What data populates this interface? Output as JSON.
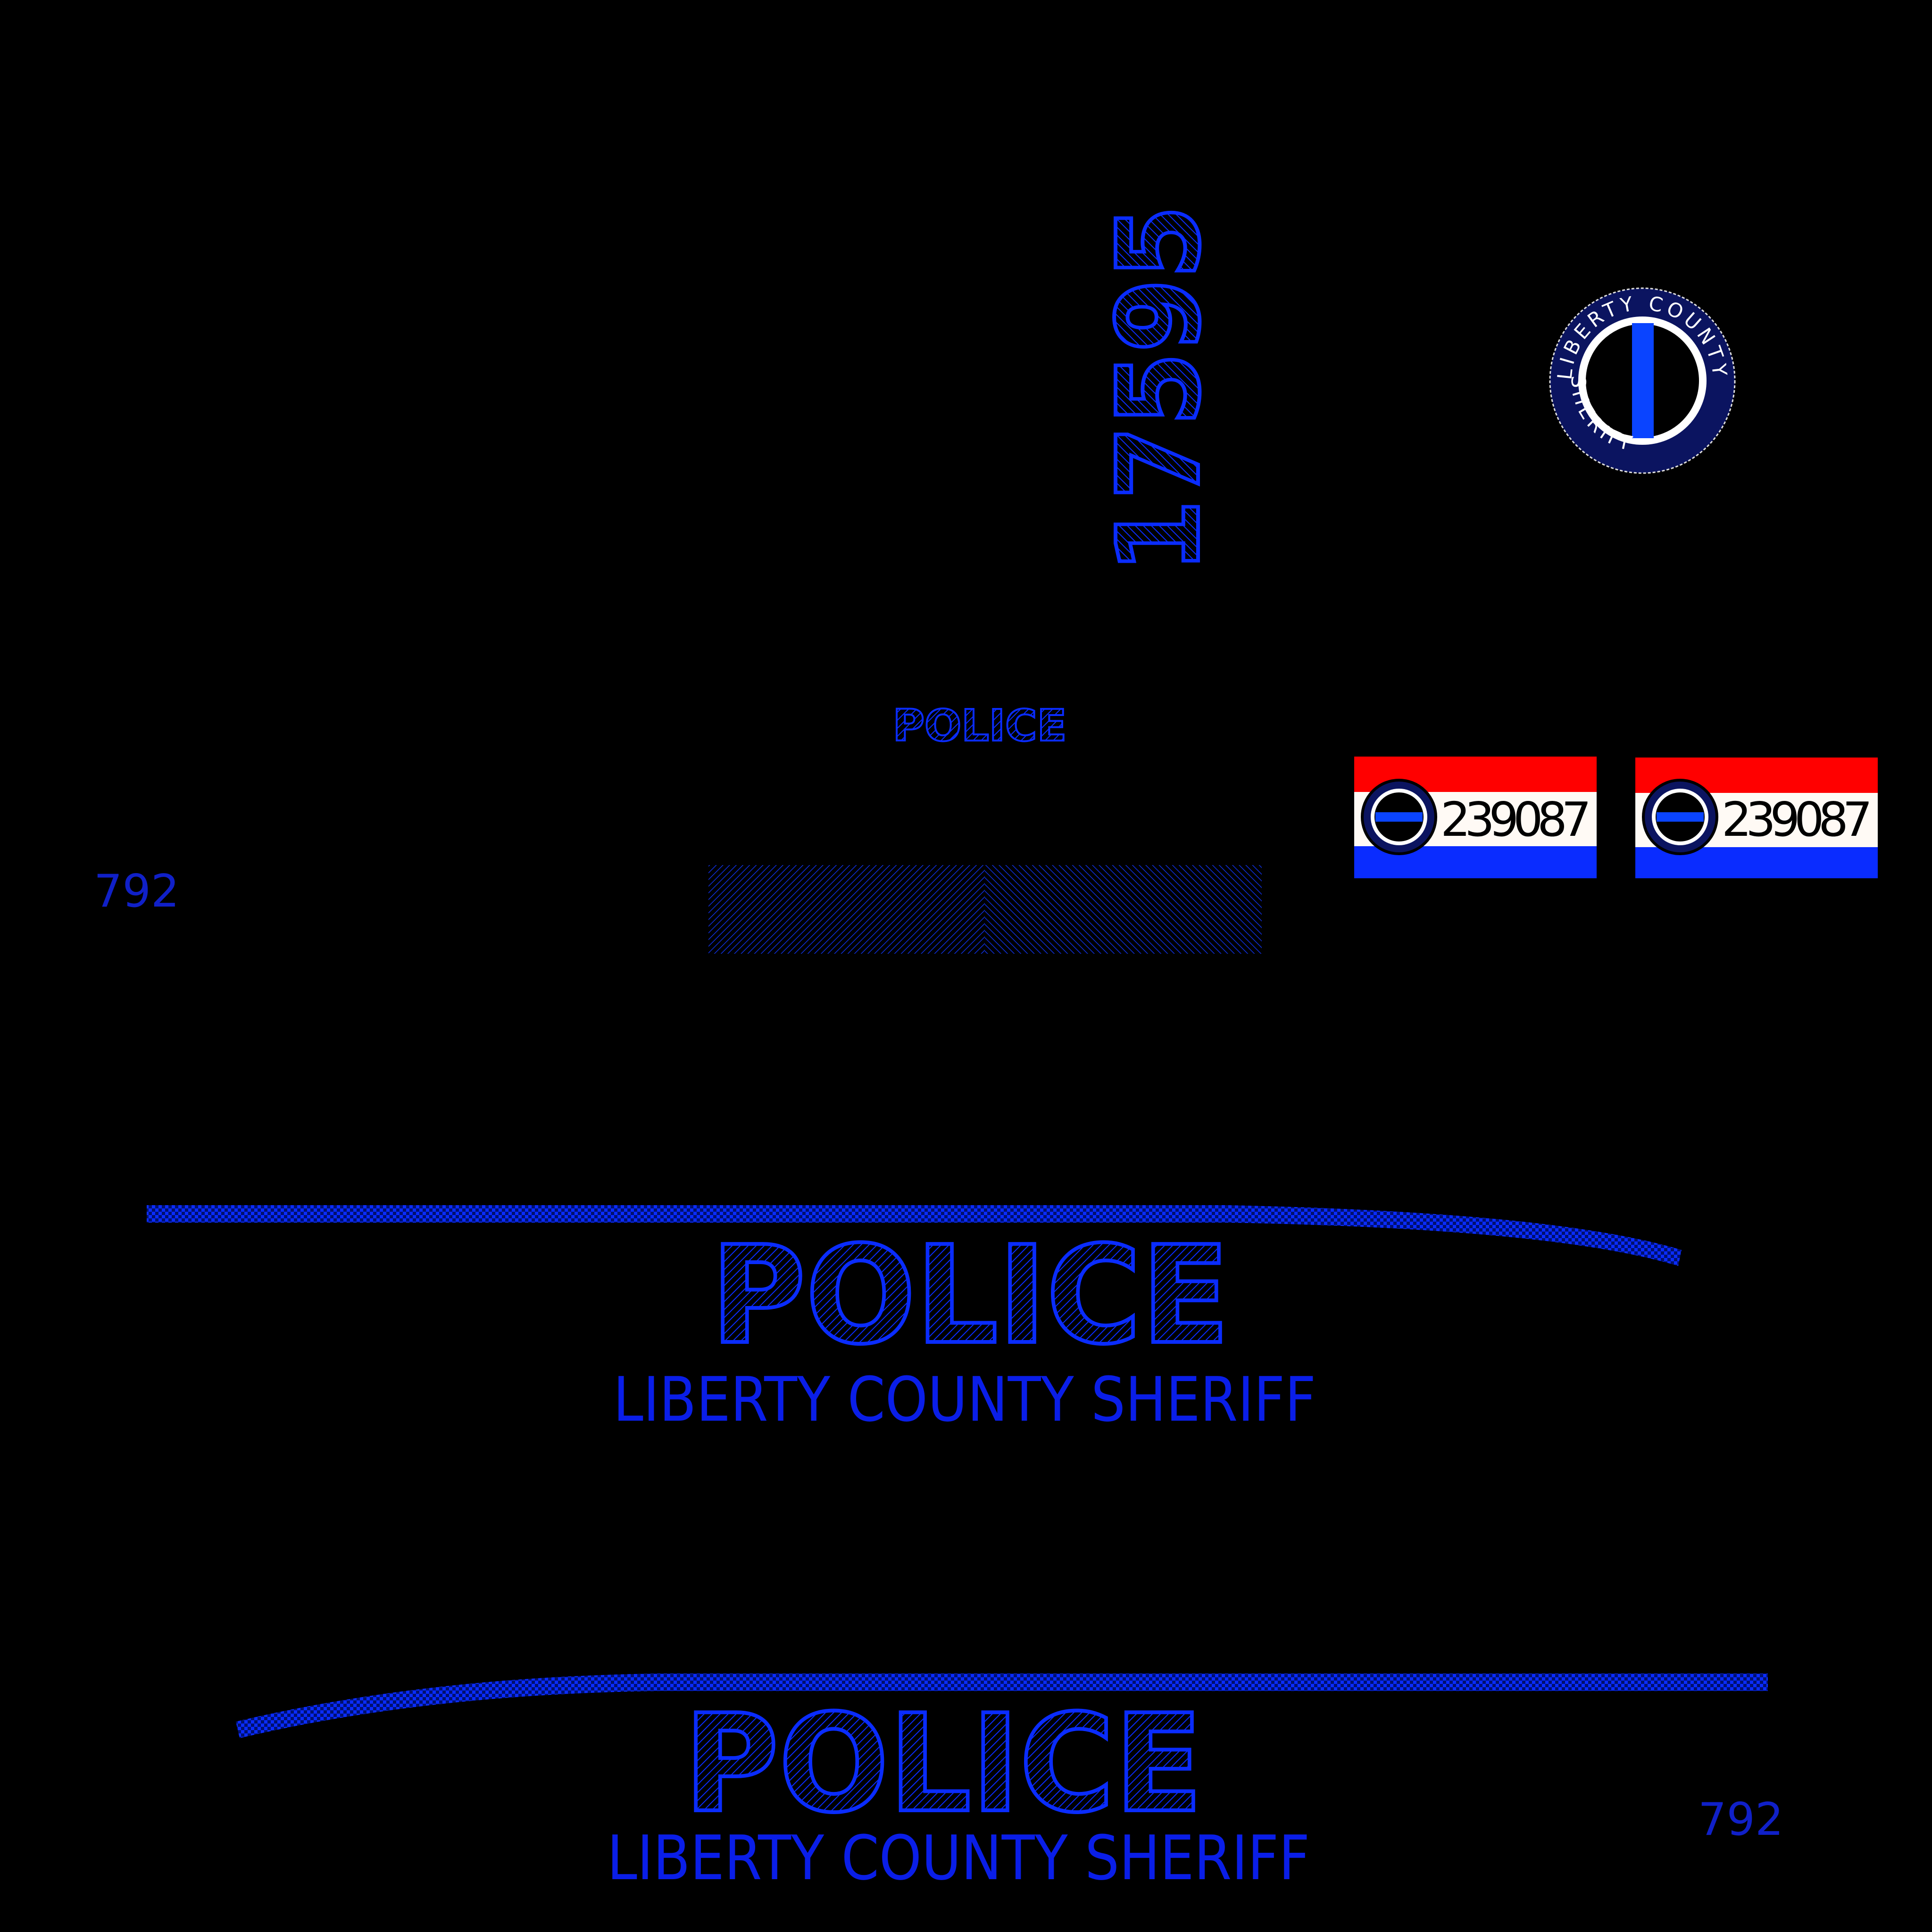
{
  "unit_number_vertical": "17595",
  "roof_label": "POLICE",
  "side_unit_number": "792",
  "seal": {
    "text_top": "LIBERTY COUNTY",
    "text_bottom": "SHERIFF"
  },
  "plates": [
    {
      "number": "239087"
    },
    {
      "number": "239087"
    }
  ],
  "side_left": {
    "title": "POLICE",
    "subtitle": "LIBERTY COUNTY SHERIFF"
  },
  "side_right": {
    "title": "POLICE",
    "subtitle": "LIBERTY COUNTY SHERIFF",
    "unit": "792"
  },
  "colors": {
    "accent_blue": "#0a2cff",
    "seal_navy": "#0b1460",
    "plate_red": "#ff0000",
    "plate_white": "#fffaf5",
    "plate_blue": "#0a2cff"
  }
}
